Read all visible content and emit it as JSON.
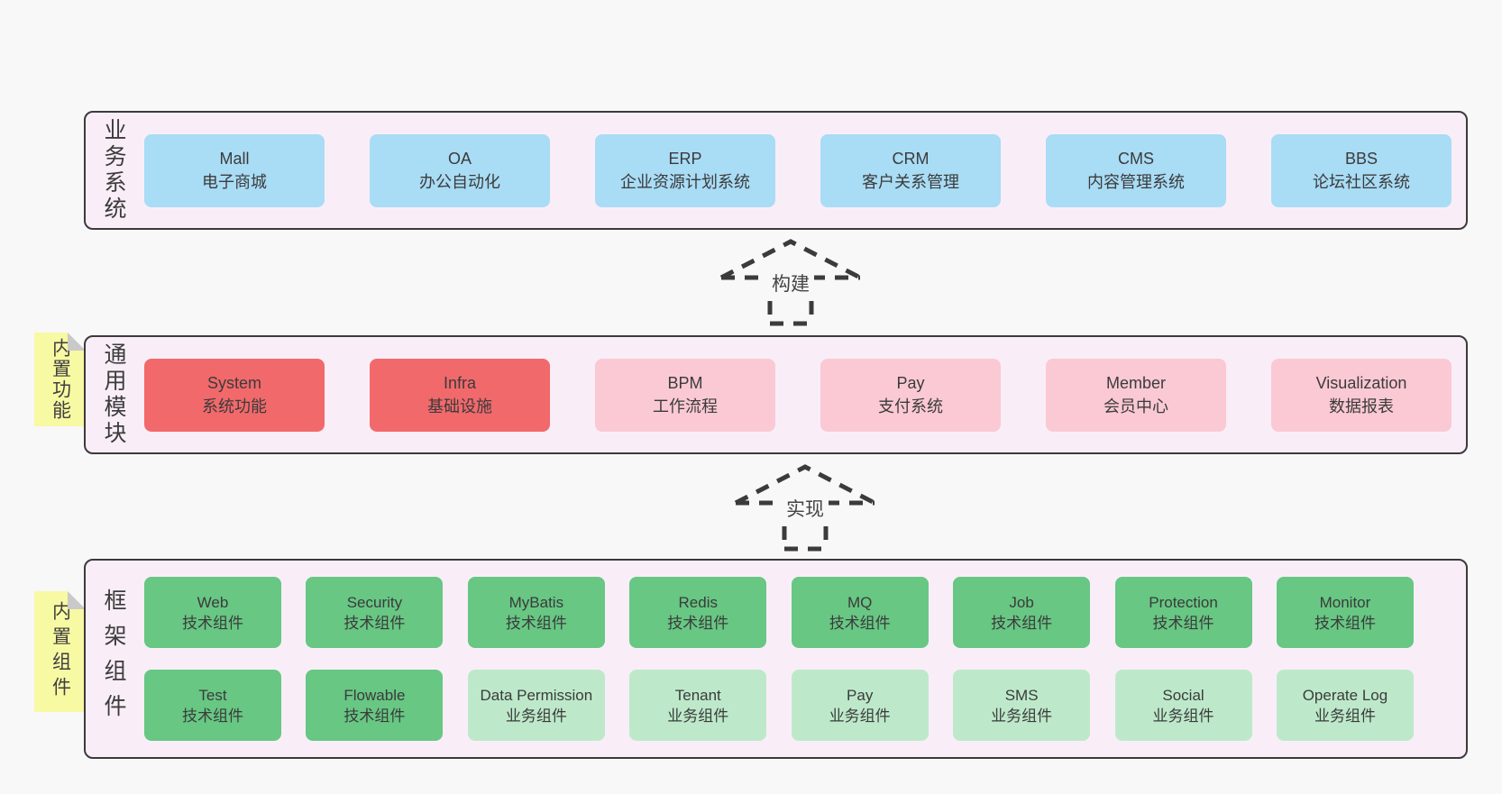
{
  "colors": {
    "page_bg": "#f8f8f8",
    "panel_bg": "#f9eef8",
    "panel_border": "#3b3b3b",
    "blue_node": "#a9dcf5",
    "red_node": "#f2696b",
    "pink_node": "#fac9d4",
    "green_node": "#67c783",
    "light_green_node": "#bde9ca",
    "sticky_yellow": "#f8f9a3",
    "text": "#3c3c3c"
  },
  "arrows": {
    "build": "构建",
    "implement": "实现"
  },
  "layers": {
    "business": {
      "title": "业务系统",
      "boxes": [
        {
          "name": "Mall",
          "desc": "电子商城"
        },
        {
          "name": "OA",
          "desc": "办公自动化"
        },
        {
          "name": "ERP",
          "desc": "企业资源计划系统"
        },
        {
          "name": "CRM",
          "desc": "客户关系管理"
        },
        {
          "name": "CMS",
          "desc": "内容管理系统"
        },
        {
          "name": "BBS",
          "desc": "论坛社区系统"
        }
      ]
    },
    "modules": {
      "sticky": "内置功能",
      "title": "通用模块",
      "boxes": [
        {
          "name": "System",
          "desc": "系统功能"
        },
        {
          "name": "Infra",
          "desc": "基础设施"
        },
        {
          "name": "BPM",
          "desc": "工作流程"
        },
        {
          "name": "Pay",
          "desc": "支付系统"
        },
        {
          "name": "Member",
          "desc": "会员中心"
        },
        {
          "name": "Visualization",
          "desc": "数据报表"
        }
      ]
    },
    "components": {
      "sticky": "内置组件",
      "title": "框架组件",
      "rows": [
        [
          {
            "name": "Web",
            "desc": "技术组件"
          },
          {
            "name": "Security",
            "desc": "技术组件"
          },
          {
            "name": "MyBatis",
            "desc": "技术组件"
          },
          {
            "name": "Redis",
            "desc": "技术组件"
          },
          {
            "name": "MQ",
            "desc": "技术组件"
          },
          {
            "name": "Job",
            "desc": "技术组件"
          },
          {
            "name": "Protection",
            "desc": "技术组件"
          },
          {
            "name": "Monitor",
            "desc": "技术组件"
          }
        ],
        [
          {
            "name": "Test",
            "desc": "技术组件"
          },
          {
            "name": "Flowable",
            "desc": "技术组件"
          },
          {
            "name": "Data Permission",
            "desc": "业务组件"
          },
          {
            "name": "Tenant",
            "desc": "业务组件"
          },
          {
            "name": "Pay",
            "desc": "业务组件"
          },
          {
            "name": "SMS",
            "desc": "业务组件"
          },
          {
            "name": "Social",
            "desc": "业务组件"
          },
          {
            "name": "Operate Log",
            "desc": "业务组件"
          }
        ]
      ]
    }
  }
}
